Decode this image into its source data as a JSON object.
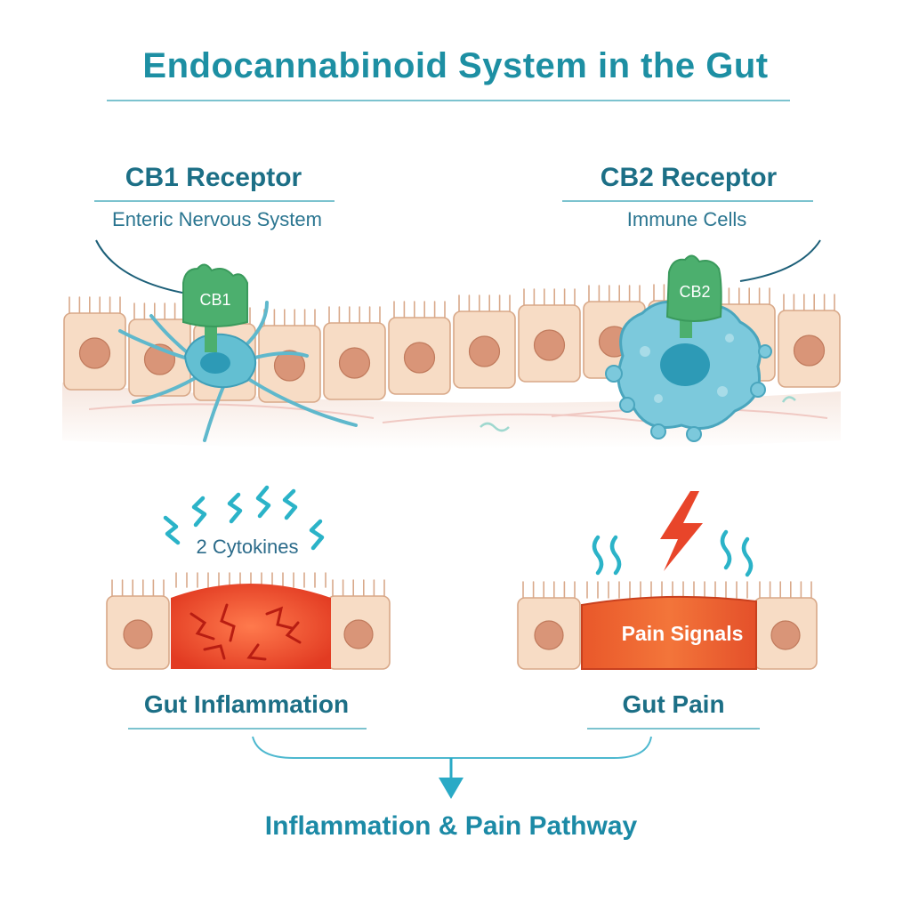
{
  "title": "Endocannabinoid System in the Gut",
  "cb1": {
    "heading": "CB1 Receptor",
    "subheading": "Enteric Nervous System",
    "receptor_label": "CB1"
  },
  "cb2": {
    "heading": "CB2 Receptor",
    "subheading": "Immune Cells",
    "receptor_label": "CB2"
  },
  "inflammation": {
    "cytokines_label": "2 Cytokines",
    "caption": "Gut Inflammation"
  },
  "pain": {
    "signal_label": "Pain Signals",
    "caption": "Gut Pain"
  },
  "pathway": "Inflammation & Pain Pathway",
  "colors": {
    "teal": "#1d8fa3",
    "cell_fill": "#f7dcc5",
    "nucleus": "#d99578",
    "receptor_green": "#4caf6e",
    "neuron_blue": "#5fb8cc",
    "inflammation_red": "#e8442a",
    "pain_orange": "#e4582c"
  }
}
